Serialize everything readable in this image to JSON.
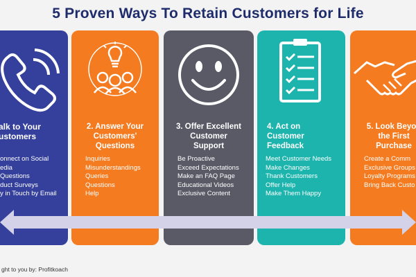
{
  "title": "5 Proven Ways To Retain Customers for Life",
  "cards": [
    {
      "icon": "phone-icon",
      "heading_lines": [
        "alk to Your",
        "ustomers"
      ],
      "items": [
        "onnect on Social",
        "edia",
        "Questions",
        "duct Surveys",
        "y in Touch by Email"
      ]
    },
    {
      "icon": "idea-team-icon",
      "heading_lines": [
        "2. Answer Your",
        "Customers'",
        "Questions"
      ],
      "items": [
        "Inquiries",
        "Misunderstandings",
        "Queries",
        "Questions",
        "Help"
      ]
    },
    {
      "icon": "smiley-face-icon",
      "heading_lines": [
        "3. Offer Excellent",
        "Customer",
        "Support"
      ],
      "items": [
        "Be Proactive",
        "Exceed Expectations",
        "Make an FAQ Page",
        "Educational Videos",
        "Exclusive Content"
      ]
    },
    {
      "icon": "checklist-icon",
      "heading_lines": [
        "4. Act on",
        "Customer",
        "Feedback"
      ],
      "items": [
        "Meet Customer Needs",
        "Make Changes",
        "Thank Customers",
        "Offer Help",
        "Make Them Happy"
      ]
    },
    {
      "icon": "handshake-icon",
      "heading_lines": [
        "5. Look Beyon",
        "the First",
        "Purchase"
      ],
      "items": [
        "Create a Comm",
        "Exclusive Groups",
        "Loyalty Programs",
        "Bring Back Custo"
      ]
    }
  ],
  "credit": "ght to you by: Profitkoach",
  "colors": {
    "title": "#1f2c6b",
    "card_blue": "#34409b",
    "card_orange": "#f47b20",
    "card_gray": "#595a66",
    "card_teal": "#1cb4ac",
    "arrow": "#d4d2e8"
  }
}
